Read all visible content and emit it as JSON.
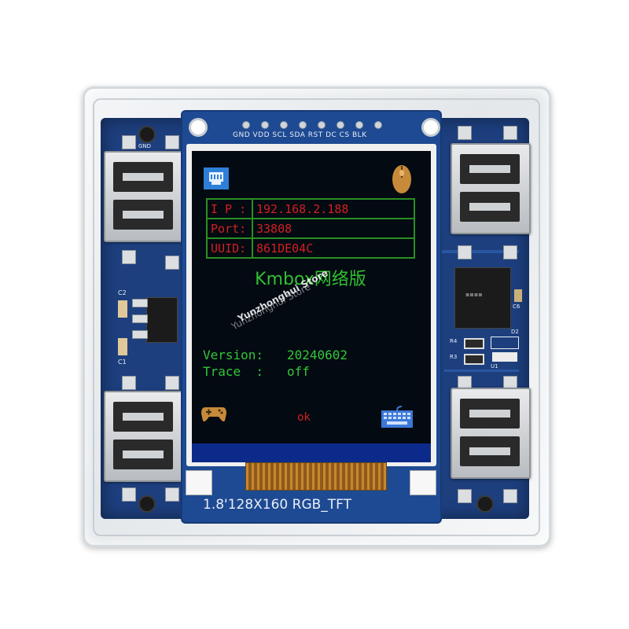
{
  "module": {
    "pin_labels": "GND VDD SCL SDA RST DC  CS BLK",
    "model_label": "1.8'128X160 RGB_TFT"
  },
  "screen": {
    "table": [
      {
        "key": "I P :",
        "value": "192.168.2.188"
      },
      {
        "key": "Port:",
        "value": "33808"
      },
      {
        "key": "UUID:",
        "value": "861DE04C"
      }
    ],
    "title": "Kmbox网络版",
    "version_label": "Version:",
    "version_value": "20240602",
    "trace_label": "Trace  :",
    "trace_value": "off",
    "status": "ok",
    "icons": [
      "network-icon",
      "mouse-icon",
      "gamepad-icon",
      "keyboard-icon"
    ]
  },
  "pcb_labels": {
    "c2": "C2",
    "c1": "C1",
    "gnd": "GND",
    "r4": "R4",
    "r3": "R3",
    "c6": "C6",
    "d2": "D2",
    "u1": "U1"
  },
  "watermarks": [
    "Yunzhonghui Store",
    "Yunzhonghui Store"
  ],
  "colors": {
    "pcb": "#1d3f7e",
    "screen_bg": "#040a12",
    "text_green": "#34c63a",
    "text_red": "#d12020"
  }
}
